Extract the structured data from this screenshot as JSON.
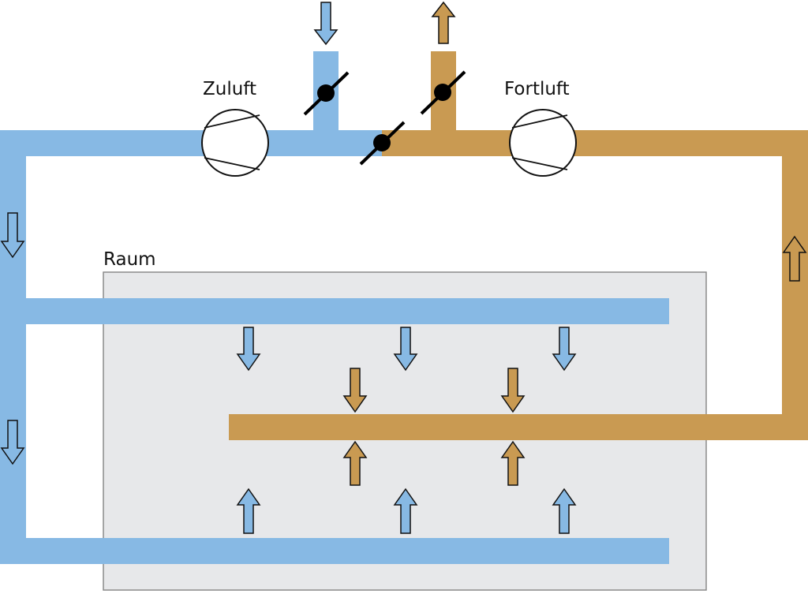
{
  "labels": {
    "supply_air": "Zuluft",
    "exhaust_air": "Fortluft",
    "room": "Raum"
  },
  "colors": {
    "supply_duct": "#87b9e4",
    "exhaust_duct": "#c99a52",
    "room_fill": "#e7e8ea",
    "room_border": "#8a8a8a",
    "outline": "#111111",
    "background": "#ffffff"
  },
  "icons": [
    "fan-icon",
    "damper-icon",
    "arrow-icon"
  ]
}
